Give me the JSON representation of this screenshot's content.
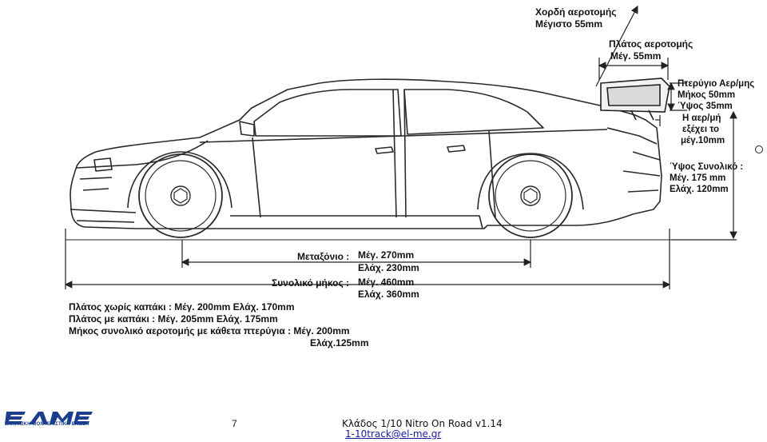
{
  "annotations": {
    "chord_title": "Χορδή αεροτομής",
    "chord_max": "Μέγιστο 55mm",
    "width_title": "Πλάτος αεροτομής",
    "width_max": "Μέγ. 55mm",
    "fin_title": "Πτερύγιο Αερ/μης",
    "fin_length": "Μήκος 50mm",
    "fin_height": "Ύψος 35mm",
    "overhang_1": "Η αερ/μή",
    "overhang_2": "εξέχει το",
    "overhang_3": "μέγ.10mm",
    "total_height_title": "Ύψος Συνολικό :",
    "total_height_max": "Μέγ. 175 mm",
    "total_height_min": "Ελάχ. 120mm",
    "wheelbase_label": "Μεταξόνιο :",
    "wheelbase_max": "Μέγ. 270mm",
    "wheelbase_min": "Ελάχ. 230mm",
    "total_length_label": "Συνολικό μήκος :",
    "total_length_max": "Μέγ. 460mm",
    "total_length_min": "Ελάχ. 360mm",
    "width_no_body": "Πλάτος χωρίς καπάκι : Μέγ. 200mm Ελάχ. 170mm",
    "width_with_body": "Πλάτος με καπάκι : Μέγ. 205mm Ελάχ. 175mm",
    "wing_total_length": "Μήκος συνολικό αεροτομής με κάθετα πτερύγια : Μέγ.  200mm",
    "wing_total_min": "Ελάχ.125mm"
  },
  "footer": {
    "logo_text": "ΕΛΛΗΝΙΚΗ ΜΟΝΤΕΛΙΣΤΙΚΗ ΕΝΩΣΗ",
    "page_number": "7",
    "doc_title": "Κλάδος 1/10 Nitro On Road v1.14",
    "email": "1-10track@el-me.gr"
  }
}
